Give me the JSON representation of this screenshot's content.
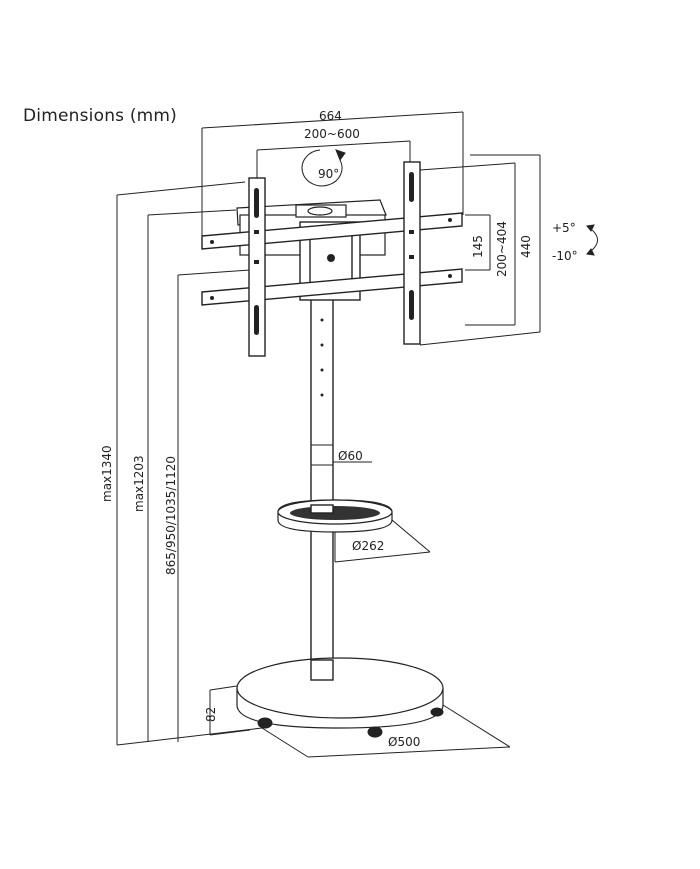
{
  "title": "Dimensions (mm)",
  "labels": {
    "overall_width": "664",
    "vesa_width": "200~600",
    "rotation": "90°",
    "vesa_height": "200~404",
    "bracket_spacing": "145",
    "bracket_height": "440",
    "tilt_up": "+5°",
    "tilt_down": "-10°",
    "max_height_total": "max1340",
    "max_height_center": "max1203",
    "pole_heights": "865/950/1035/1120",
    "pole_diameter": "Ø60",
    "shelf_diameter": "Ø262",
    "base_height": "82",
    "base_diameter": "Ø500"
  }
}
